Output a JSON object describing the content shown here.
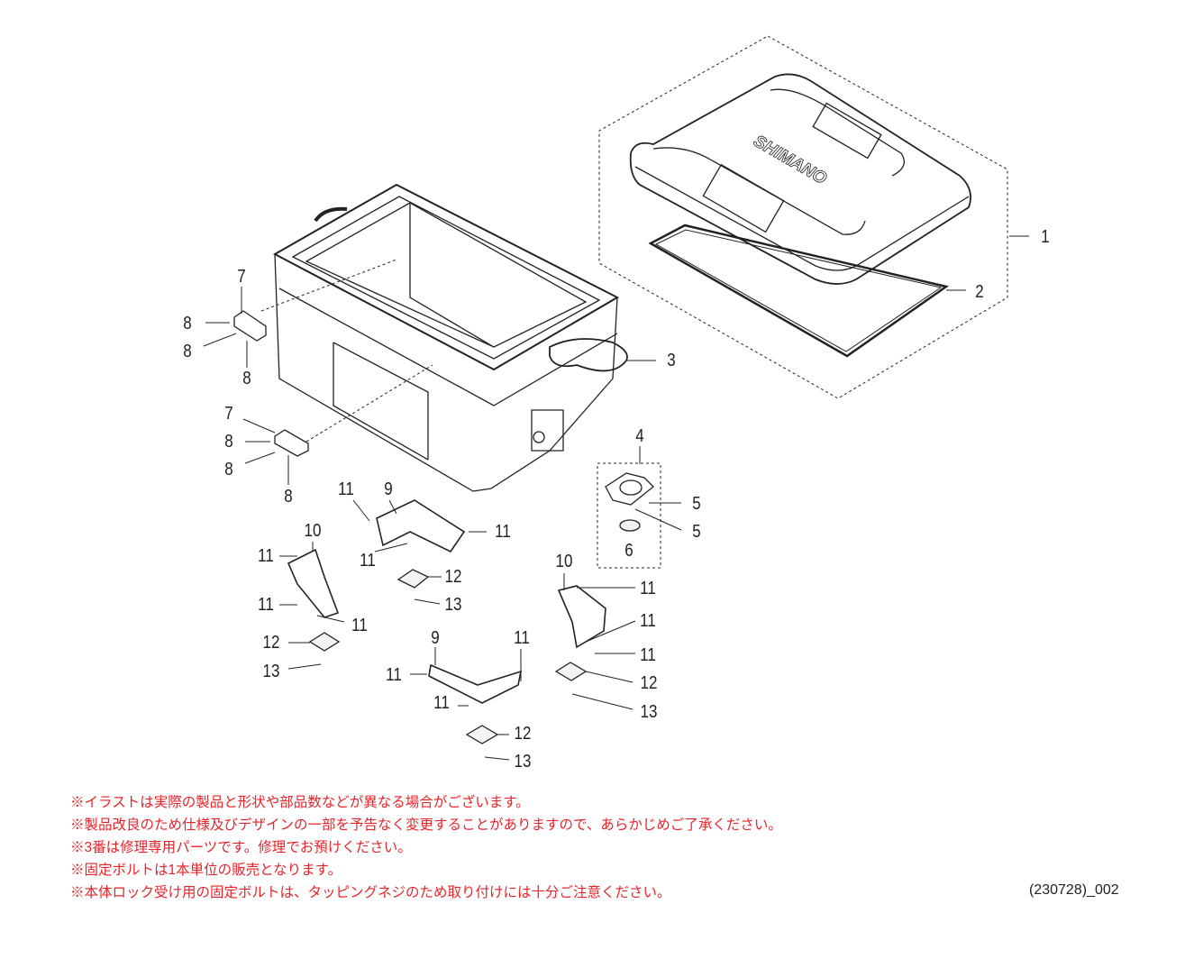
{
  "diagram": {
    "brand_logo": "SHIMANO",
    "part_labels": [
      "1",
      "2",
      "3",
      "4",
      "5",
      "5",
      "6",
      "7",
      "8",
      "8",
      "8",
      "7",
      "8",
      "8",
      "8",
      "11",
      "9",
      "11",
      "10",
      "11",
      "11",
      "12",
      "13",
      "10",
      "11",
      "11",
      "11",
      "11",
      "11",
      "12",
      "13",
      "9",
      "11",
      "11",
      "11",
      "12",
      "13",
      "12",
      "13"
    ]
  },
  "notes": [
    "※イラストは実際の製品と形状や部品数などが異なる場合がございます。",
    "※製品改良のため仕様及びデザインの一部を予告なく変更することがありますので、あらかじめご了承ください。",
    "※3番は修理専用パーツです。修理でお預けください。",
    "※固定ボルトは1本単位の販売となります。",
    "※本体ロック受け用の固定ボルトは、タッピングネジのため取り付けには十分ご注意ください。"
  ],
  "doc_code": "(230728)_002"
}
